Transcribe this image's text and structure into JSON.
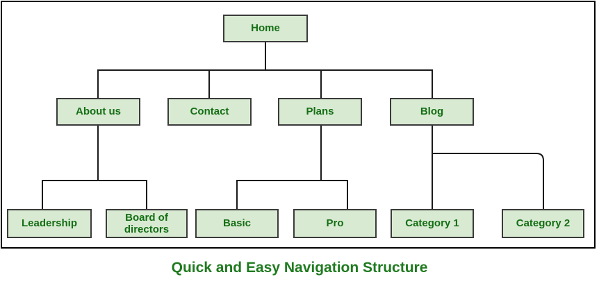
{
  "caption": {
    "text": "Quick and Easy Navigation Structure"
  },
  "nodes": {
    "home": {
      "label": "Home"
    },
    "about_us": {
      "label": "About us"
    },
    "contact": {
      "label": "Contact"
    },
    "plans": {
      "label": "Plans"
    },
    "blog": {
      "label": "Blog"
    },
    "leadership": {
      "label": "Leadership"
    },
    "board_of_directors": {
      "label": "Board of directors"
    },
    "basic": {
      "label": "Basic"
    },
    "pro": {
      "label": "Pro"
    },
    "category_1": {
      "label": "Category 1"
    },
    "category_2": {
      "label": "Category 2"
    }
  },
  "hierarchy": {
    "Home": [
      "About us",
      "Contact",
      "Plans",
      "Blog"
    ],
    "About us": [
      "Leadership",
      "Board of directors"
    ],
    "Contact": [],
    "Plans": [
      "Basic",
      "Pro"
    ],
    "Blog": [
      "Category 1",
      "Category 2"
    ]
  },
  "colors": {
    "node_fill": "#d9ead3",
    "node_border": "#3b3b3b",
    "node_text": "#146e14",
    "caption_text": "#1f7a1f",
    "line": "#1a1a1a",
    "frame_border": "#000000",
    "background": "#ffffff"
  }
}
